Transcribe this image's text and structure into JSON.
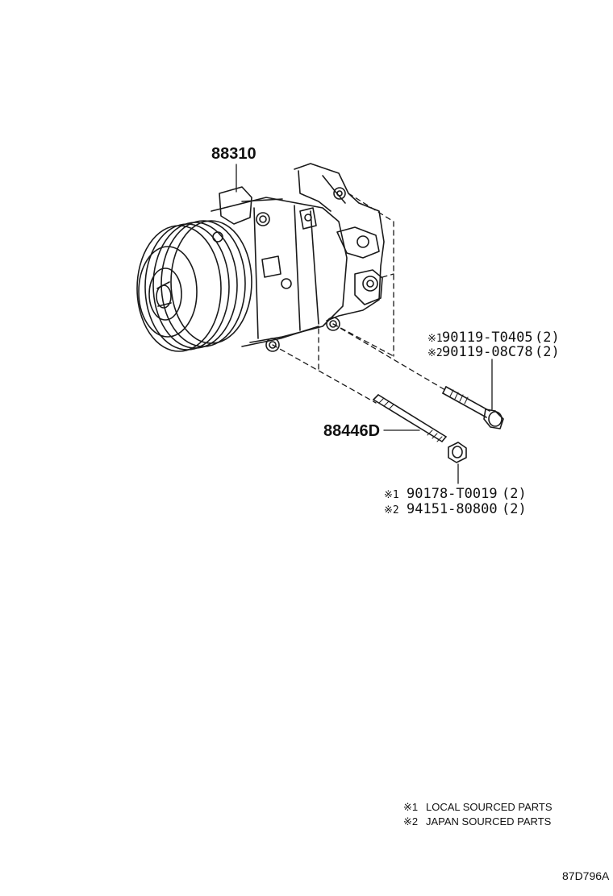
{
  "diagram": {
    "code": "87D796A",
    "compressor": {
      "part_number": "88310"
    },
    "stud_bolt": {
      "part_number": "88446D"
    },
    "bolt": {
      "alternatives": [
        {
          "mark": "※1",
          "part_number": "90119-T0405",
          "qty": "(2)"
        },
        {
          "mark": "※2",
          "part_number": "90119-08C78",
          "qty": "(2)"
        }
      ]
    },
    "nut": {
      "alternatives": [
        {
          "mark": "※1",
          "part_number": "90178-T0019",
          "qty": "(2)"
        },
        {
          "mark": "※2",
          "part_number": "94151-80800",
          "qty": "(2)"
        }
      ]
    },
    "legend": [
      {
        "mark": "※1",
        "text": "LOCAL SOURCED PARTS"
      },
      {
        "mark": "※2",
        "text": "JAPAN SOURCED PARTS"
      }
    ]
  }
}
